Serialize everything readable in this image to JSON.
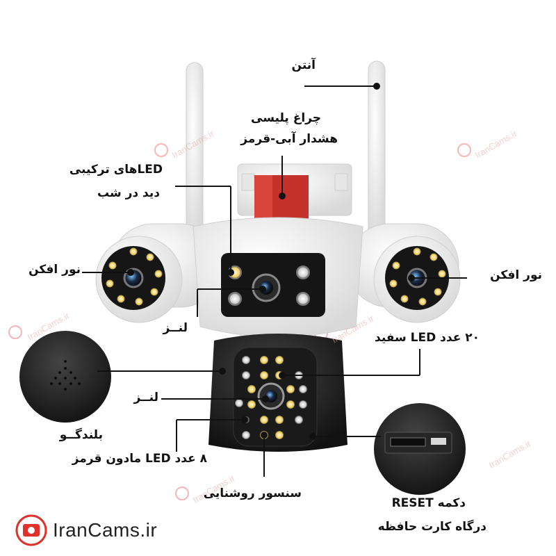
{
  "labels": {
    "antenna": "آنتن",
    "police_light_line1": "چراغ پلیسی",
    "police_light_line2": "هشدار آبی-قرمز",
    "combo_led_line1": "LEDهای ترکیبی",
    "combo_led_line2": "دید در شب",
    "spotlight_left": "نور افکن",
    "spotlight_right": "نور افکن",
    "lens_top": "لنــز",
    "white_led": "۲۰ عدد LED سفید",
    "lens_bottom": "لنــز",
    "speaker": "بلندگــو",
    "ir_led": "۸ عدد LED مادون قرمز",
    "light_sensor": "سنسور روشنایی",
    "reset_line1": "دکمه RESET",
    "reset_line2": "درگاه کارت حافظه"
  },
  "brand": {
    "name": "IranCams.ir",
    "watermark": "IranCams.ir"
  },
  "colors": {
    "brand_red": "#e0322b",
    "camera_black": "#1c1c1c",
    "camera_white": "#f3f3f3",
    "led_yellow": "#f4d36b"
  }
}
